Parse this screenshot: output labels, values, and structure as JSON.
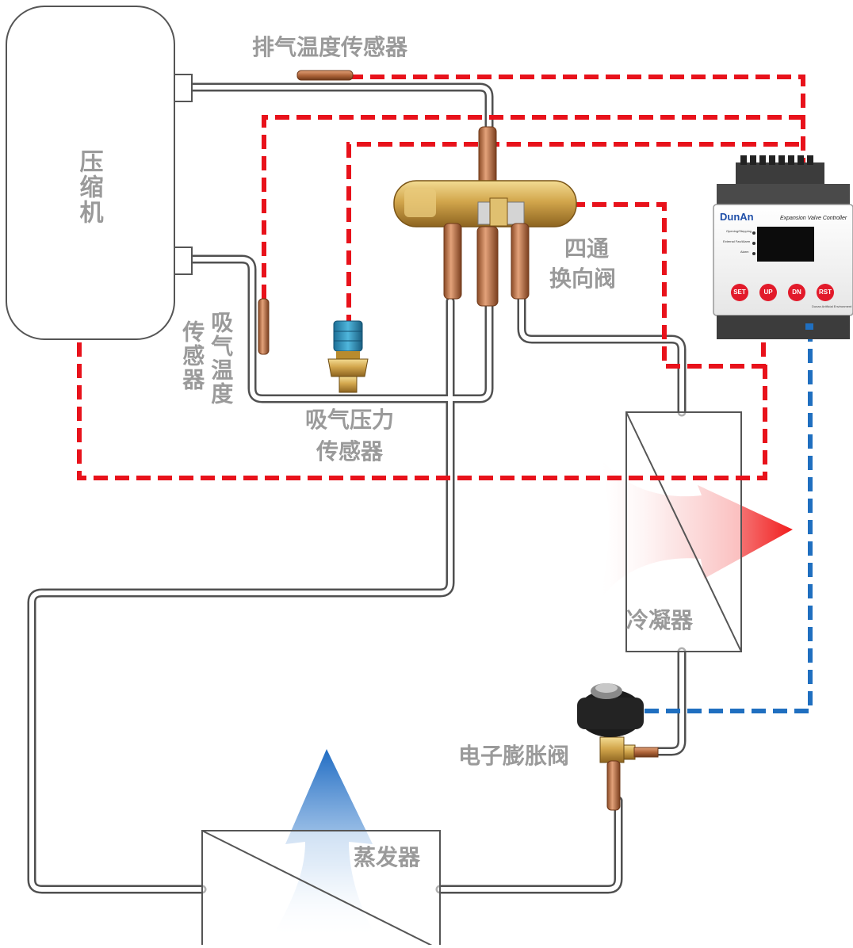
{
  "labels": {
    "compressor": "压缩机",
    "discharge_temp_sensor": "排气温度传感器",
    "suction_temp_sensor_col1": "吸气温度",
    "suction_temp_sensor_col2": "传感器",
    "suction_pressure_sensor_line1": "吸气压力",
    "suction_pressure_sensor_line2": "传感器",
    "four_way_valve_line1": "四通",
    "four_way_valve_line2": "换向阀",
    "condenser": "冷凝器",
    "evaporator": "蒸发器",
    "electronic_expansion_valve": "电子膨胀阀"
  },
  "controller": {
    "brand": "DunAn",
    "title": "Expansion Valve Controller",
    "indicators": [
      "Opening/Stepping",
      "External Fan/Alarm",
      "Alarm"
    ],
    "buttons": [
      "SET",
      "UP",
      "DN",
      "RST"
    ],
    "footer": "Dunan Artificial Environment"
  },
  "colors": {
    "signal_red": "#e8121b",
    "signal_blue": "#1f6fc0",
    "pipe": "#555555",
    "label_gray": "#9a9a9a",
    "brass": "#c9a24a",
    "copper": "#c27a4a"
  }
}
